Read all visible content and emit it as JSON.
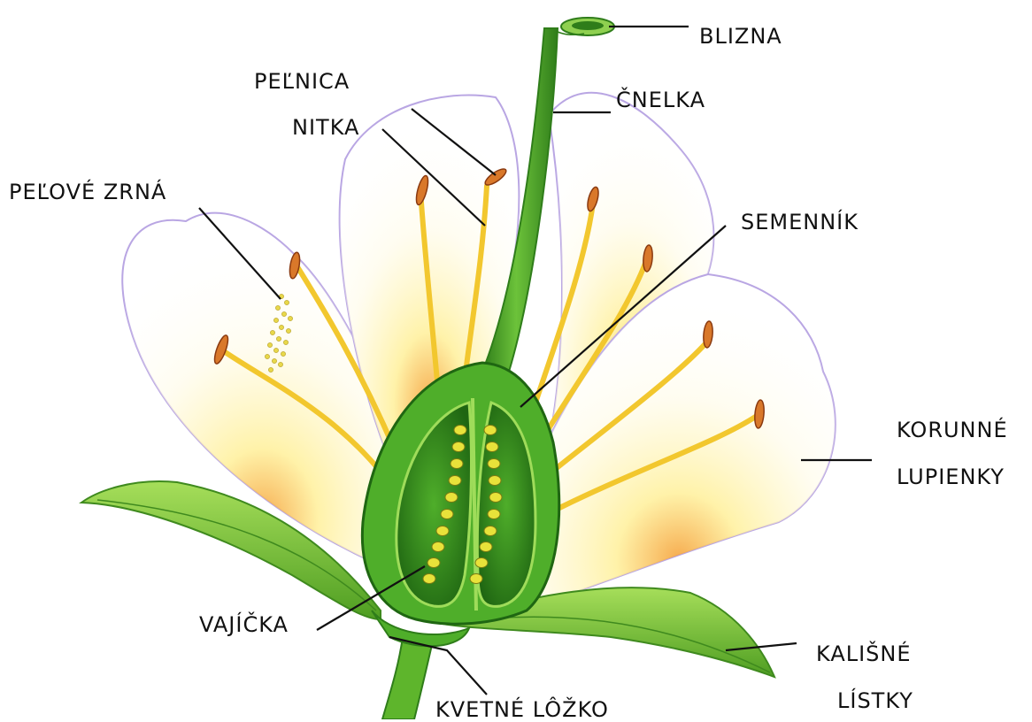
{
  "labels": {
    "blizna": "BLIZNA",
    "pelnica": "PEĽNICA",
    "cnelka": "ČNELKA",
    "nitka": "NITKA",
    "pelove_zrna": "PEĽOVÉ  ZRNÁ",
    "semennik": "SEMENNÍK",
    "korunne": "KORUNNÉ",
    "lupienky": "LUPIENKY",
    "vajicka": "VAJÍČKA",
    "kalisne": "KALIŠNÉ",
    "listky": "LÍSTKY",
    "kvetne_lozko": "KVETNÉ  LÔŽKO"
  },
  "colors": {
    "petal_fill": "#ffffff",
    "petal_edge": "#b9a6e3",
    "petal_glow": "#fff3a6",
    "petal_base": "#f0a040",
    "filament": "#f2c72e",
    "anther": "#d9782a",
    "pistil": "#4fae2a",
    "pistil_dark": "#2f7d1a",
    "pistil_light": "#9fdc5a",
    "ovule": "#e8e23a",
    "sepal": "#7cc63a",
    "sepal_dark": "#3f8a1e",
    "leader": "#111111"
  }
}
